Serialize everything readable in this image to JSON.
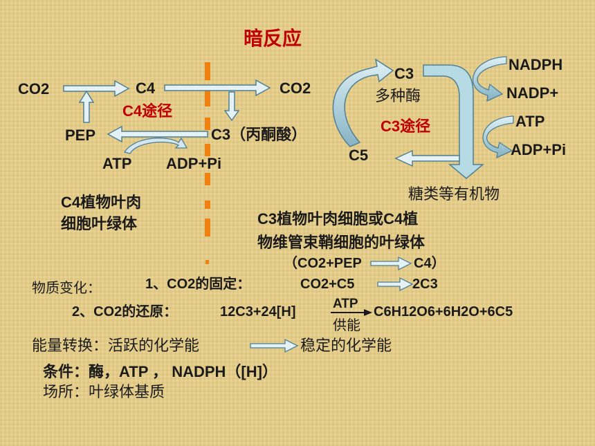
{
  "title": "暗反应",
  "c4": {
    "co2_left": "CO2",
    "c4": "C4",
    "co2_right": "CO2",
    "pathway_label": "C4途径",
    "pep": "PEP",
    "c3_pyruvate": "C3（丙酮酸）",
    "atp": "ATP",
    "adp_pi": "ADP+Pi",
    "location_line1": "C4植物叶肉",
    "location_line2": "细胞叶绿体"
  },
  "c3": {
    "c3": "C3",
    "enzymes": "多种酶",
    "pathway_label": "C3途径",
    "c5": "C5",
    "nadph": "NADPH",
    "nadp": "NADP+",
    "atp": "ATP",
    "adp_pi": "ADP+Pi",
    "product": "糖类等有机物",
    "location_line1": "C3植物叶肉细胞或C4植",
    "location_line2": "物维管束鞘细胞的叶绿体"
  },
  "equations": {
    "fixation_c4_open": "（CO2+PEP",
    "fixation_c4_close": "C4）",
    "material_change_label": "物质变化：",
    "step1_label": "1、CO2的固定：",
    "step1_left": "CO2+C5",
    "step1_right": "2C3",
    "step2_label": "2、CO2的还原：",
    "step2_left": "12C3+24[H]",
    "step2_arrow_top": "ATP",
    "step2_arrow_bottom": "供能",
    "step2_right": "C6H12O6+6H2O+6C5"
  },
  "energy": {
    "label": "能量转换：",
    "from": "活跃的化学能",
    "to": "稳定的化学能"
  },
  "conditions": "条件：酶，ATP ，  NADPH（[H]）",
  "site": "场所：叶绿体基质",
  "colors": {
    "background": "#e3cc8a",
    "title": "#c00000",
    "red_label": "#c00000",
    "arrow_fill": "#d9ecf2",
    "arrow_stroke": "#4f7f95",
    "big_arrow_fill": "#b7dbe5",
    "divider": "#f08010"
  }
}
